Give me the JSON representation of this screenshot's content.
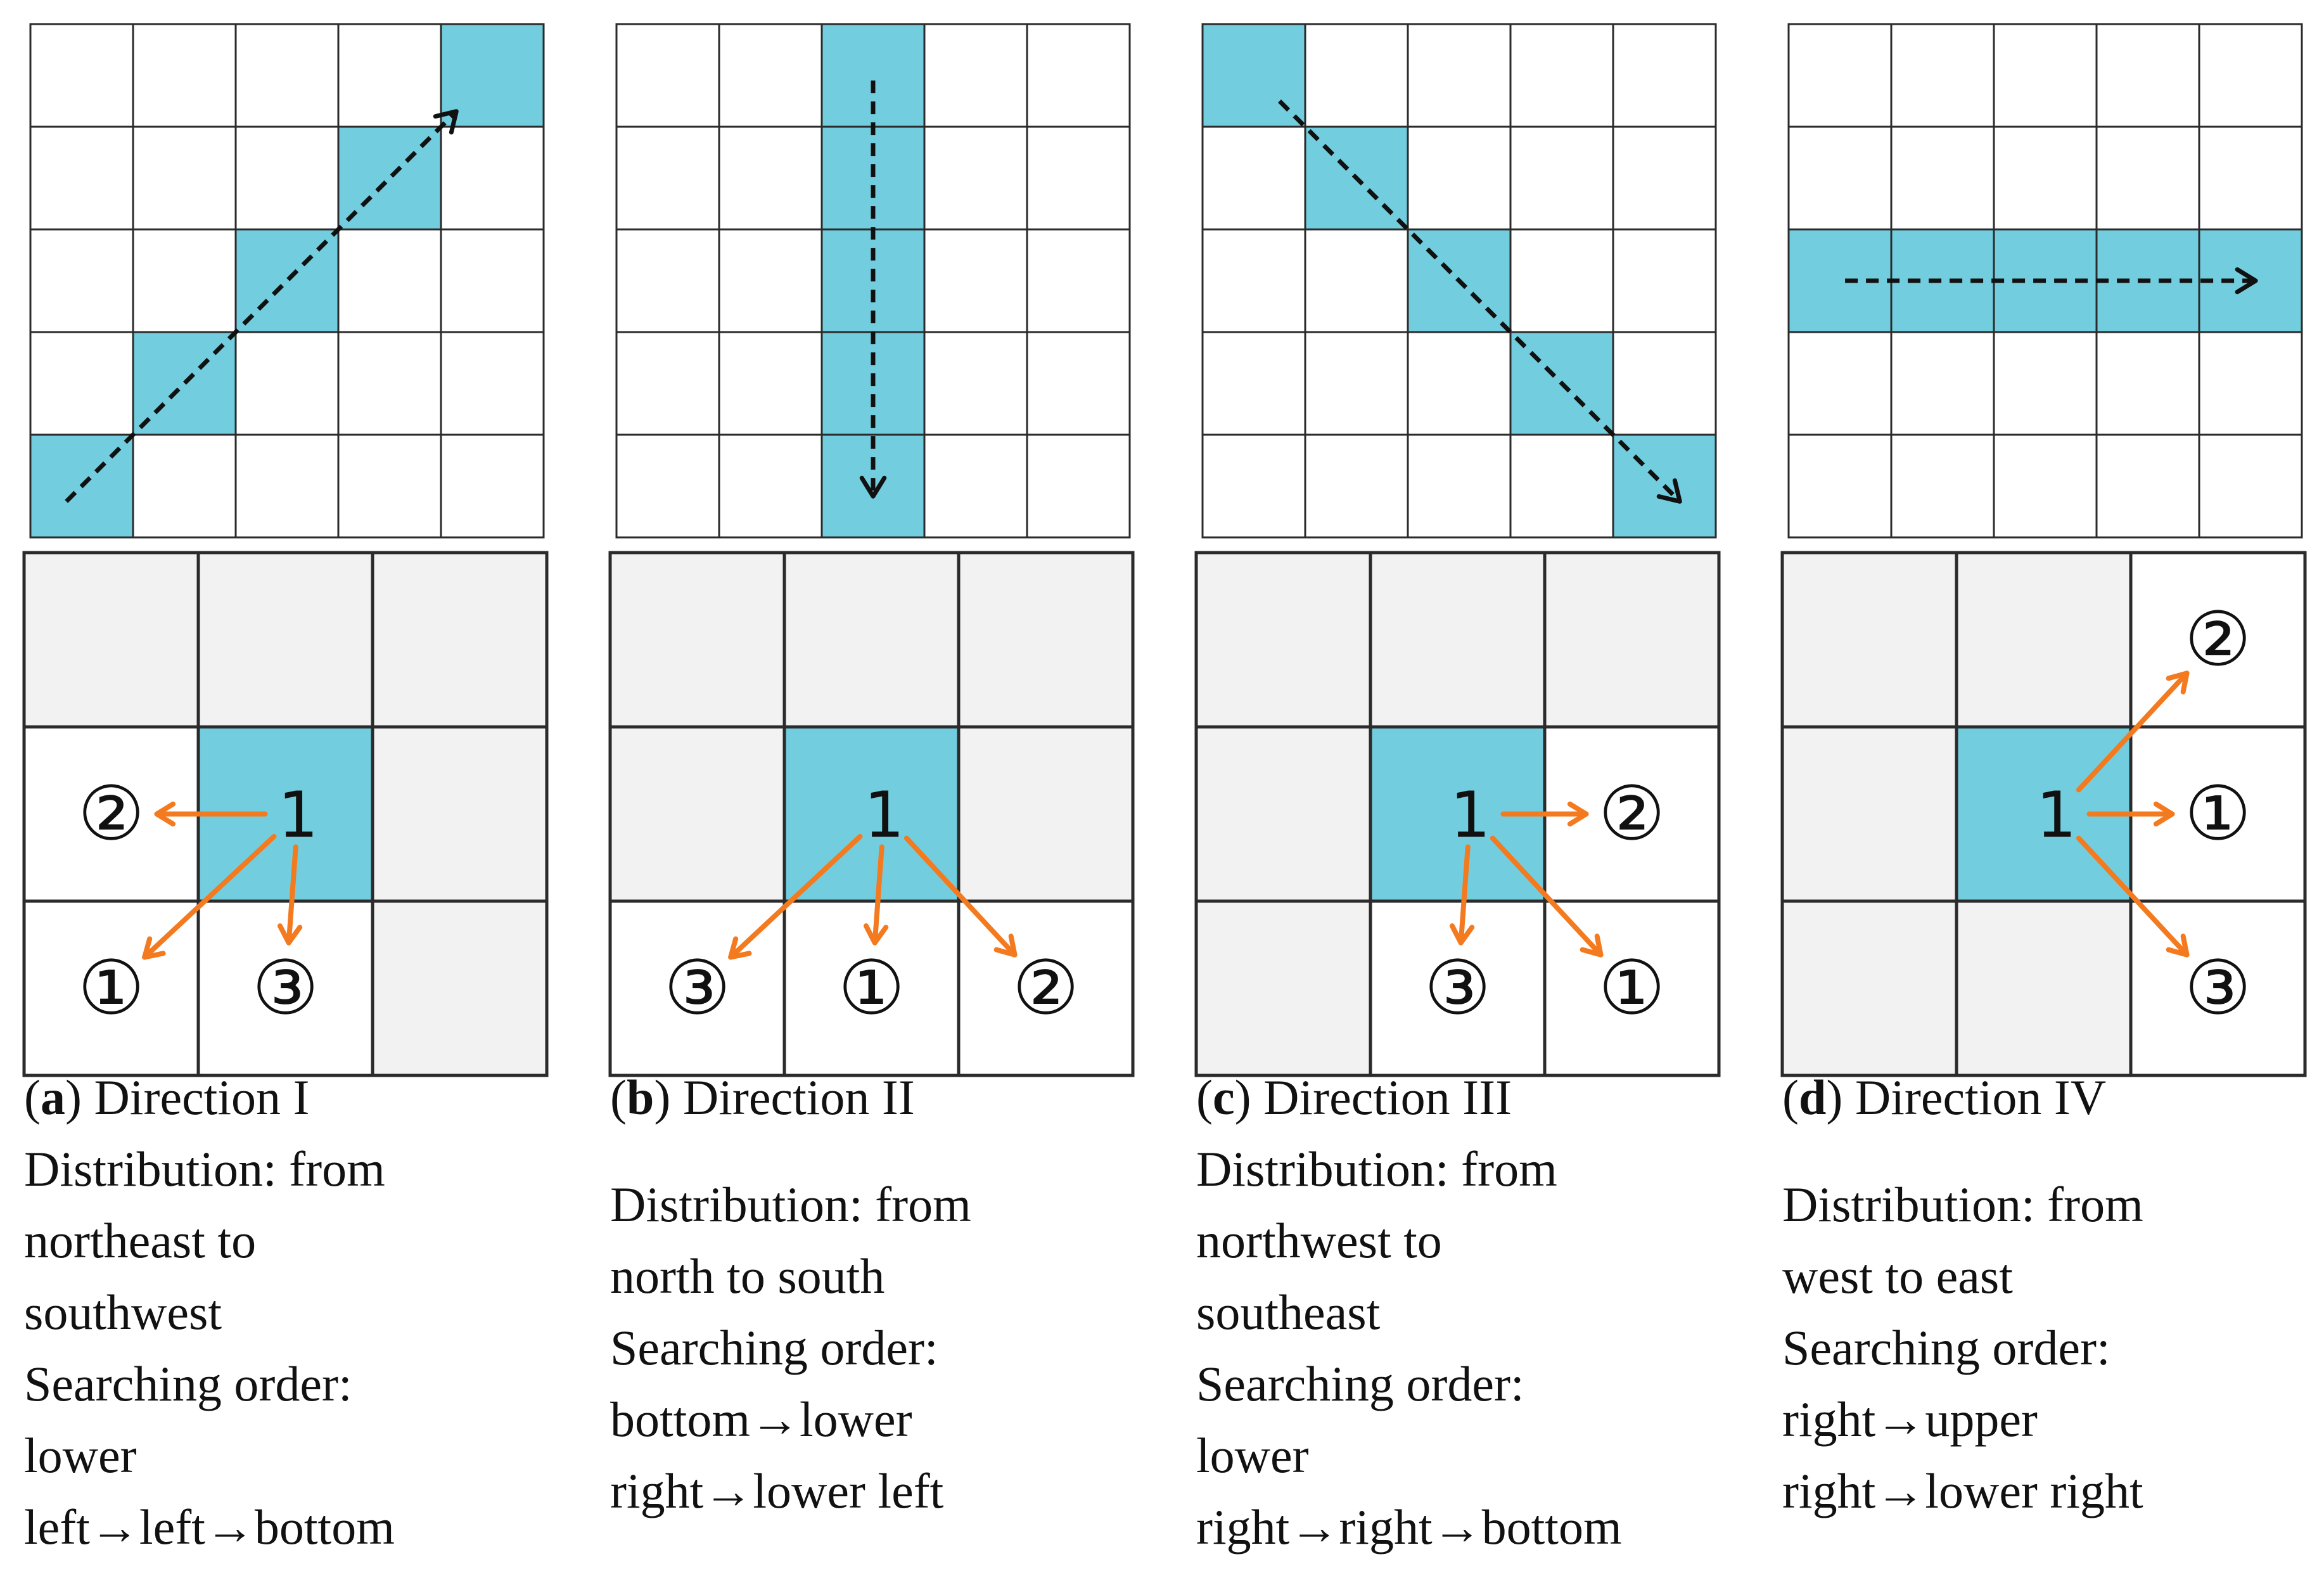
{
  "colors": {
    "highlight": "#72CEDF",
    "grid_line": "#2b2b2b",
    "neighbor_fill": "#F2F2F2",
    "arrow_orange": "#F47A1F",
    "dashed_arrow": "#111111",
    "text": "#111111"
  },
  "panels": [
    {
      "id": "a",
      "letter": "a",
      "title": "Direction I",
      "caption_lines": [
        "Distribution: from",
        "northeast to",
        "southwest",
        "Searching order:",
        "lower",
        "left→left→bottom"
      ],
      "caption_gap": false,
      "grid_highlight": [
        [
          0,
          4
        ],
        [
          1,
          3
        ],
        [
          2,
          2
        ],
        [
          3,
          1
        ],
        [
          4,
          0
        ]
      ],
      "dashed_arrow": {
        "from": [
          0.35,
          4.65
        ],
        "to": [
          4.15,
          0.85
        ]
      },
      "neighbor_shaded": [
        [
          0,
          0
        ],
        [
          0,
          1
        ],
        [
          0,
          2
        ],
        [
          1,
          2
        ],
        [
          2,
          2
        ]
      ],
      "neighbor_center": [
        1,
        1
      ],
      "center_label": "1",
      "labels": [
        {
          "cell": [
            1,
            0
          ],
          "text": "②"
        },
        {
          "cell": [
            2,
            0
          ],
          "text": "①"
        },
        {
          "cell": [
            2,
            1
          ],
          "text": "③"
        }
      ]
    },
    {
      "id": "b",
      "letter": "b",
      "title": "Direction II",
      "caption_lines": [
        "Distribution: from",
        "north to south",
        "Searching order:",
        "bottom→lower",
        "right→lower left"
      ],
      "caption_gap": true,
      "grid_highlight": [
        [
          0,
          2
        ],
        [
          1,
          2
        ],
        [
          2,
          2
        ],
        [
          3,
          2
        ],
        [
          4,
          2
        ]
      ],
      "dashed_arrow": {
        "from": [
          2.5,
          0.55
        ],
        "to": [
          2.5,
          4.6
        ]
      },
      "neighbor_shaded": [
        [
          0,
          0
        ],
        [
          0,
          1
        ],
        [
          0,
          2
        ],
        [
          1,
          0
        ],
        [
          1,
          2
        ]
      ],
      "neighbor_center": [
        1,
        1
      ],
      "center_label": "1",
      "labels": [
        {
          "cell": [
            2,
            0
          ],
          "text": "③"
        },
        {
          "cell": [
            2,
            1
          ],
          "text": "①"
        },
        {
          "cell": [
            2,
            2
          ],
          "text": "②"
        }
      ]
    },
    {
      "id": "c",
      "letter": "c",
      "title": "Direction III",
      "caption_lines": [
        "Distribution: from",
        "northwest to",
        "southeast",
        "Searching order:",
        "lower",
        "right→right→bottom"
      ],
      "caption_gap": false,
      "grid_highlight": [
        [
          0,
          0
        ],
        [
          1,
          1
        ],
        [
          2,
          2
        ],
        [
          3,
          3
        ],
        [
          4,
          4
        ]
      ],
      "dashed_arrow": {
        "from": [
          0.75,
          0.75
        ],
        "to": [
          4.65,
          4.65
        ]
      },
      "neighbor_shaded": [
        [
          0,
          0
        ],
        [
          0,
          1
        ],
        [
          0,
          2
        ],
        [
          1,
          0
        ],
        [
          2,
          0
        ]
      ],
      "neighbor_center": [
        1,
        1
      ],
      "center_label": "1",
      "labels": [
        {
          "cell": [
            1,
            2
          ],
          "text": "②"
        },
        {
          "cell": [
            2,
            1
          ],
          "text": "③"
        },
        {
          "cell": [
            2,
            2
          ],
          "text": "①"
        }
      ]
    },
    {
      "id": "d",
      "letter": "d",
      "title": "Direction IV",
      "caption_lines": [
        "Distribution: from",
        "west to east",
        "Searching order:",
        "right→upper",
        "right→lower right"
      ],
      "caption_gap": true,
      "grid_highlight": [
        [
          2,
          0
        ],
        [
          2,
          1
        ],
        [
          2,
          2
        ],
        [
          2,
          3
        ],
        [
          2,
          4
        ]
      ],
      "dashed_arrow": {
        "from": [
          0.55,
          2.5
        ],
        "to": [
          4.55,
          2.5
        ]
      },
      "neighbor_shaded": [
        [
          0,
          0
        ],
        [
          0,
          1
        ],
        [
          1,
          0
        ],
        [
          2,
          0
        ],
        [
          2,
          1
        ]
      ],
      "neighbor_center": [
        1,
        1
      ],
      "center_label": "1",
      "labels": [
        {
          "cell": [
            0,
            2
          ],
          "text": "②"
        },
        {
          "cell": [
            1,
            2
          ],
          "text": "①"
        },
        {
          "cell": [
            2,
            2
          ],
          "text": "③"
        }
      ]
    }
  ]
}
